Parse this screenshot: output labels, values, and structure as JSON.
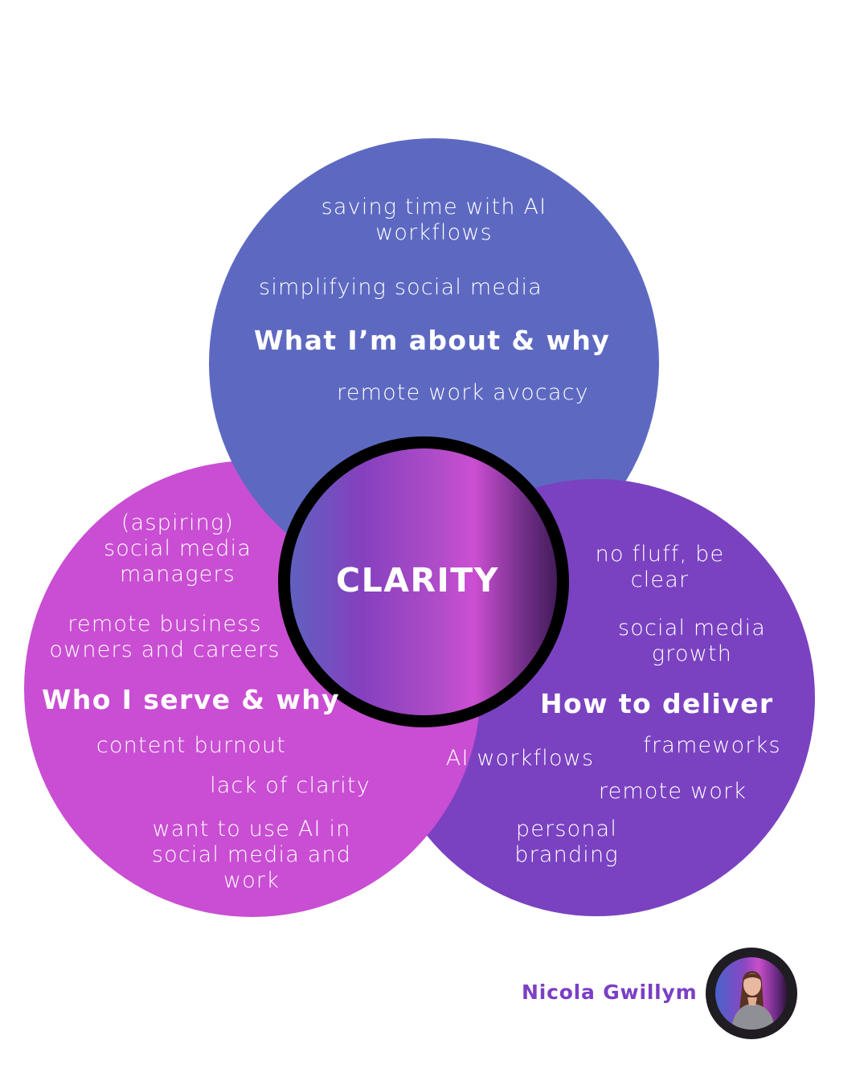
{
  "colors": {
    "top_circle": "#5D69C1",
    "left_circle": "#C94ED3",
    "right_circle": "#7A42C1",
    "ring": "#000000",
    "author_name": "#7B3FC4",
    "center_gradient": [
      "#5D63C0",
      "#8540BE",
      "#B04CC8",
      "#CC4FD2",
      "#7A3290",
      "#3A1850"
    ]
  },
  "center": {
    "label": "CLARITY"
  },
  "circles": {
    "top": {
      "heading": "What I’m about & why",
      "items": [
        "saving time with AI\nworkflows",
        "simplifying social media",
        "remote work avocacy"
      ]
    },
    "left": {
      "heading": "Who I serve & why",
      "items": [
        "(aspiring)\nsocial media\nmanagers",
        "remote business\nowners and careers",
        "content burnout",
        "lack of clarity",
        "want to use AI in\nsocial media and\nwork"
      ]
    },
    "right": {
      "heading": "How to deliver",
      "items": [
        "no fluff, be\nclear",
        "social media\ngrowth",
        "frameworks",
        "AI workflows",
        "remote work",
        "personal\nbranding"
      ]
    }
  },
  "author": {
    "name": "Nicola Gwillym",
    "avatar_icon": "profile-photo"
  }
}
